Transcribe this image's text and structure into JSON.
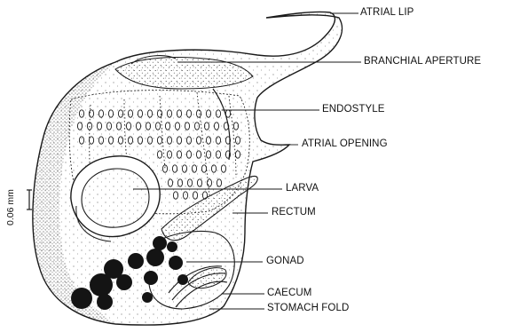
{
  "labels": {
    "atrial_lip": "ATRIAL LIP",
    "branchial_aperture": "BRANCHIAL APERTURE",
    "endostyle": "ENDOSTYLE",
    "atrial_opening": "ATRIAL OPENING",
    "larva": "LARVA",
    "rectum": "RECTUM",
    "gonad": "GONAD",
    "caecum": "CAECUM",
    "stomach_fold": "STOMACH FOLD"
  },
  "scale_bar": {
    "text": "0.06 mm"
  },
  "colors": {
    "ink": "#1a1a1a",
    "gonad_fill": "#141414",
    "background": "#ffffff"
  }
}
